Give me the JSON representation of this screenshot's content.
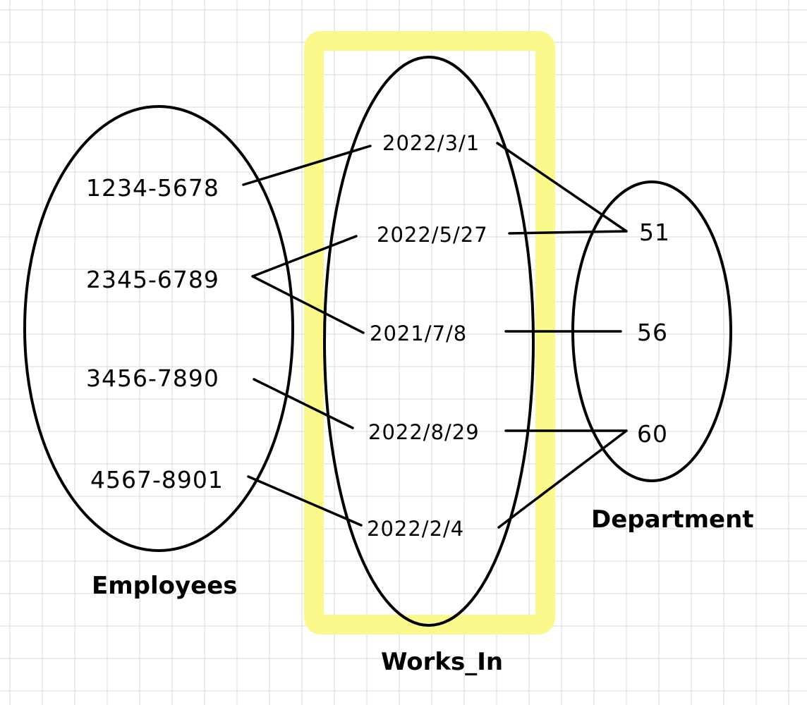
{
  "colors": {
    "highlight": "#fbf98b",
    "ink": "#000000",
    "grid": "#d9d9d9",
    "background": "#ffffff"
  },
  "sets": {
    "employees": {
      "caption": "Employees",
      "items": [
        "1234-5678",
        "2345-6789",
        "3456-7890",
        "4567-8901"
      ]
    },
    "works_in": {
      "caption": "Works_In",
      "items": [
        "2022/3/1",
        "2022/5/27",
        "2021/7/8",
        "2022/8/29",
        "2022/2/4"
      ]
    },
    "department": {
      "caption": "Department",
      "items": [
        "51",
        "56",
        "60"
      ]
    }
  },
  "mappings": {
    "employee_to_works_in": [
      [
        "1234-5678",
        "2022/3/1"
      ],
      [
        "2345-6789",
        "2022/5/27"
      ],
      [
        "2345-6789",
        "2021/7/8"
      ],
      [
        "3456-7890",
        "2022/8/29"
      ],
      [
        "4567-8901",
        "2022/2/4"
      ]
    ],
    "works_in_to_department": [
      [
        "2022/3/1",
        "51"
      ],
      [
        "2022/5/27",
        "51"
      ],
      [
        "2021/7/8",
        "56"
      ],
      [
        "2022/8/29",
        "60"
      ],
      [
        "2022/2/4",
        "60"
      ]
    ]
  }
}
